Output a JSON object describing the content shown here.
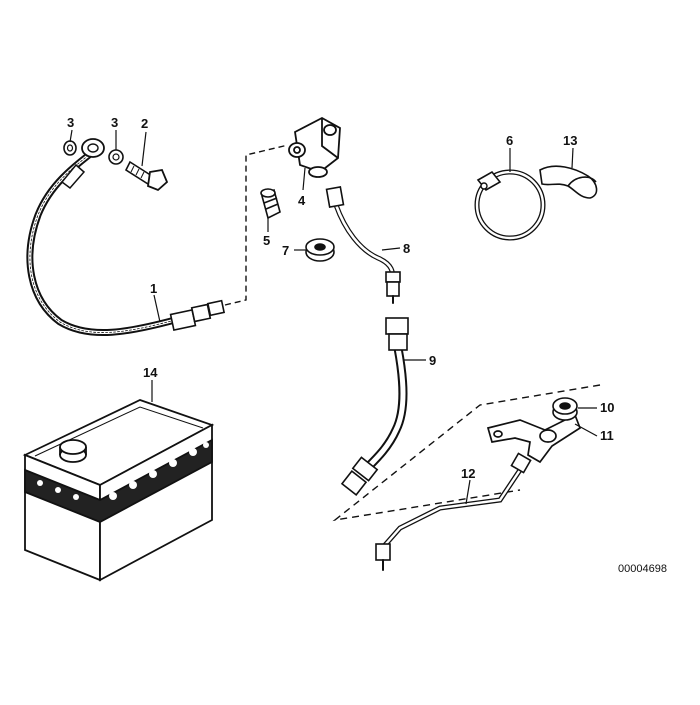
{
  "diagram": {
    "reference_number": "00004698",
    "callouts": {
      "c1": "1",
      "c2": "2",
      "c3a": "3",
      "c3b": "3",
      "c4": "4",
      "c5": "5",
      "c6": "6",
      "c7": "7",
      "c8": "8",
      "c9": "9",
      "c10": "10",
      "c11": "11",
      "c12": "12",
      "c13": "13",
      "c14": "14"
    }
  },
  "colors": {
    "ink": "#111111",
    "battery_band": "#222222",
    "background": "#ffffff"
  }
}
